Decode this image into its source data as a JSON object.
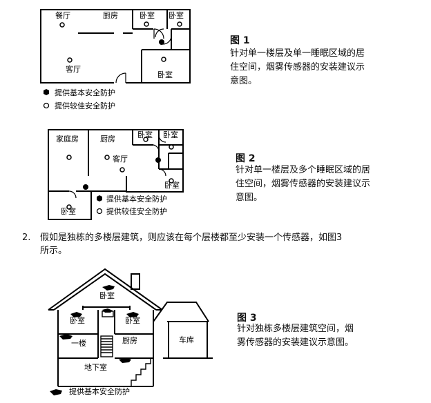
{
  "figure1": {
    "rooms": {
      "dining": "餐厅",
      "kitchen": "厨房",
      "bedroom_a": "卧室",
      "bedroom_b": "卧室",
      "living": "客厅",
      "bedroom_c": "卧室"
    },
    "legend_basic": "提供基本安全防护",
    "legend_better": "提供较佳安全防护",
    "title": "图 1",
    "caption": [
      "针对单一楼层及单一睡眠区域的居",
      "住空间，烟雾传感器的安装建议示",
      "意图。"
    ]
  },
  "figure2": {
    "rooms": {
      "family": "家庭房",
      "kitchen": "厨房",
      "bedroom_a": "卧室",
      "bedroom_b": "卧室",
      "living": "客厅",
      "bedroom_c": "卧室",
      "bedroom_d": "卧室"
    },
    "legend_basic": "提供基本安全防护",
    "legend_better": "提供较佳安全防护",
    "title": "图 2",
    "caption": [
      "针对单一楼层及多个睡眠区域的居",
      "住空间，烟雾传感器的安装建议示",
      "意图。"
    ]
  },
  "paragraph": {
    "number": "2.",
    "lines": [
      "假如是独栋的多楼层建筑，则应该在每个层楼都至少安装一个传感器，如图3",
      "所示。"
    ]
  },
  "figure3": {
    "rooms": {
      "attic_bedroom": "卧室",
      "bedroom_left": "卧室",
      "bedroom_right": "卧室",
      "first_floor": "一楼",
      "kitchen": "厨房",
      "garage": "车库",
      "basement": "地下室"
    },
    "legend_basic": "提供基本安全防护",
    "title": "图 3",
    "caption": [
      "针对独栋多楼层建筑空间，烟",
      "雾传感器的安装建议示意图。"
    ]
  }
}
